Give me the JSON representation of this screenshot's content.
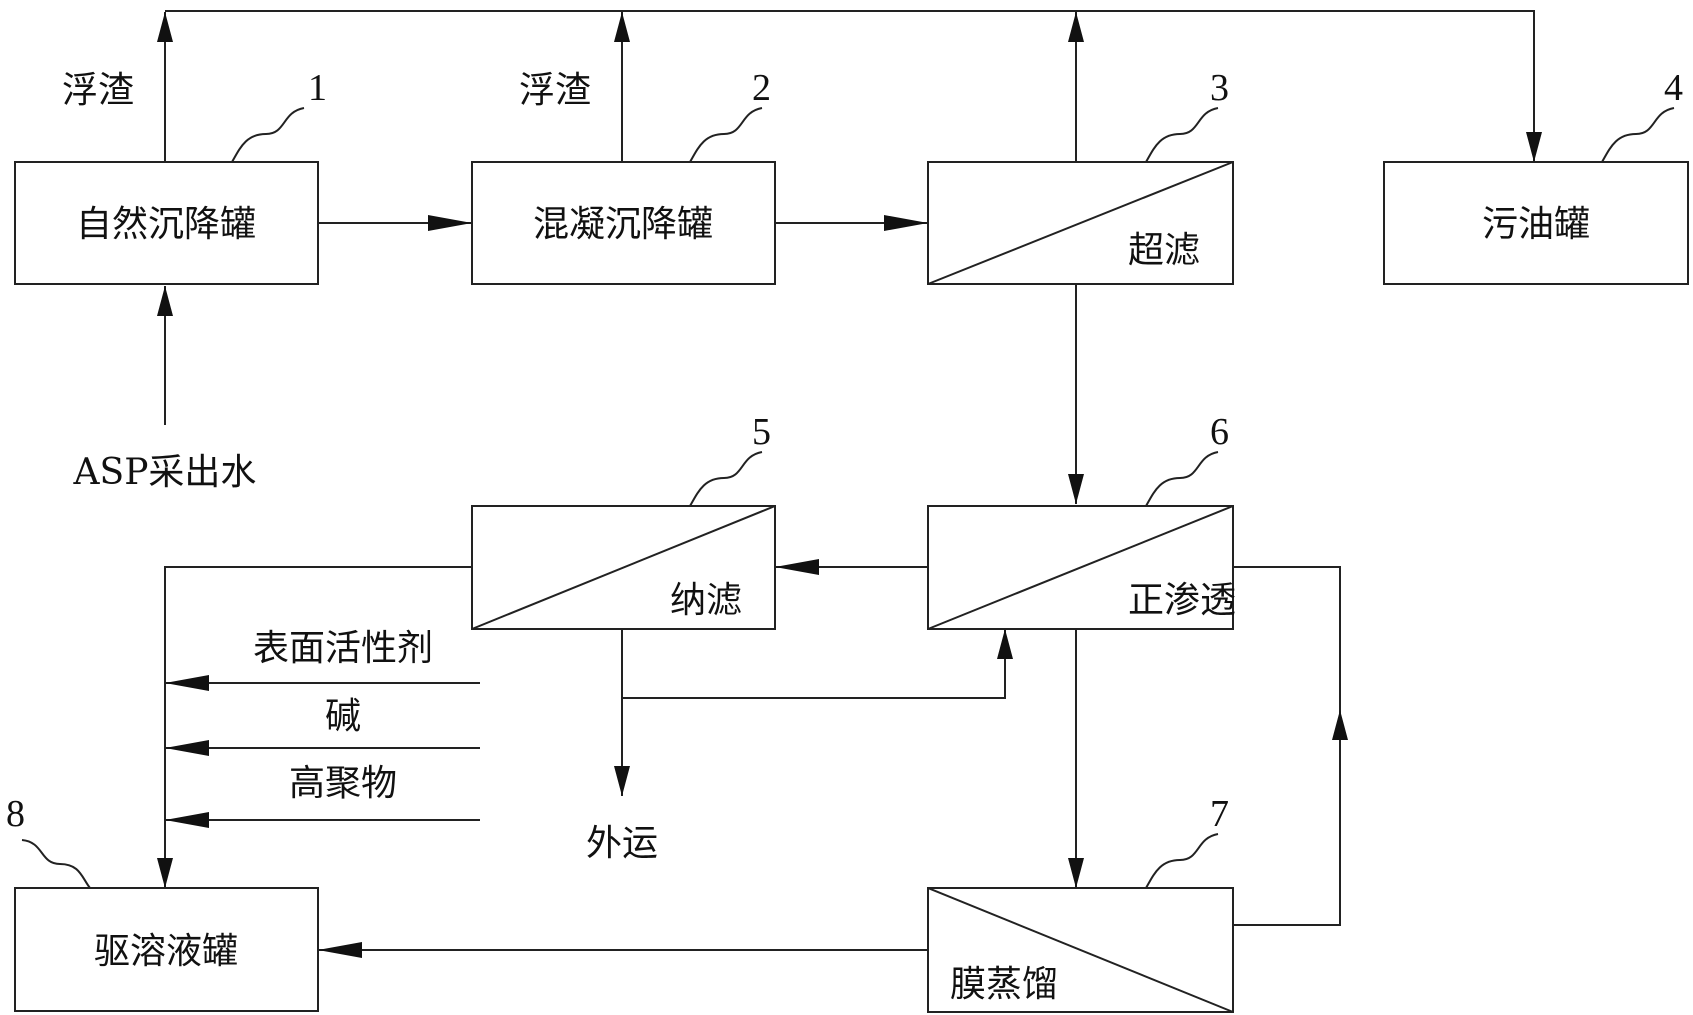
{
  "nodes": {
    "n1": {
      "number": "1",
      "label": "自然沉降罐"
    },
    "n2": {
      "number": "2",
      "label": "混凝沉降罐"
    },
    "n3": {
      "number": "3",
      "label": "超滤"
    },
    "n4": {
      "number": "4",
      "label": "污油罐"
    },
    "n5": {
      "number": "5",
      "label": "纳滤"
    },
    "n6": {
      "number": "6",
      "label": "正渗透"
    },
    "n7": {
      "number": "7",
      "label": "膜蒸馏"
    },
    "n8": {
      "number": "8",
      "label": "驱溶液罐"
    }
  },
  "labels": {
    "scum1": "浮渣",
    "scum2": "浮渣",
    "feed": "ASP采出水",
    "surfactant": "表面活性剂",
    "alkali": "碱",
    "polymer": "高聚物",
    "export": "外运"
  },
  "edges": [
    {
      "from": "feed",
      "to": "n1"
    },
    {
      "from": "n1",
      "to": "n2"
    },
    {
      "from": "n2",
      "to": "n3"
    },
    {
      "from": "n1",
      "to": "n4",
      "label": "scum1"
    },
    {
      "from": "n2",
      "to": "n4",
      "label": "scum2"
    },
    {
      "from": "n3",
      "to": "n4"
    },
    {
      "from": "n3",
      "to": "n6"
    },
    {
      "from": "n6",
      "to": "n5"
    },
    {
      "from": "n5",
      "to": "n6"
    },
    {
      "from": "n5",
      "to": "export"
    },
    {
      "from": "n5",
      "to": "n8"
    },
    {
      "from": "surfactant",
      "to": "n8"
    },
    {
      "from": "alkali",
      "to": "n8"
    },
    {
      "from": "polymer",
      "to": "n8"
    },
    {
      "from": "n6",
      "to": "n7"
    },
    {
      "from": "n7",
      "to": "n6"
    },
    {
      "from": "n7",
      "to": "n8"
    }
  ]
}
